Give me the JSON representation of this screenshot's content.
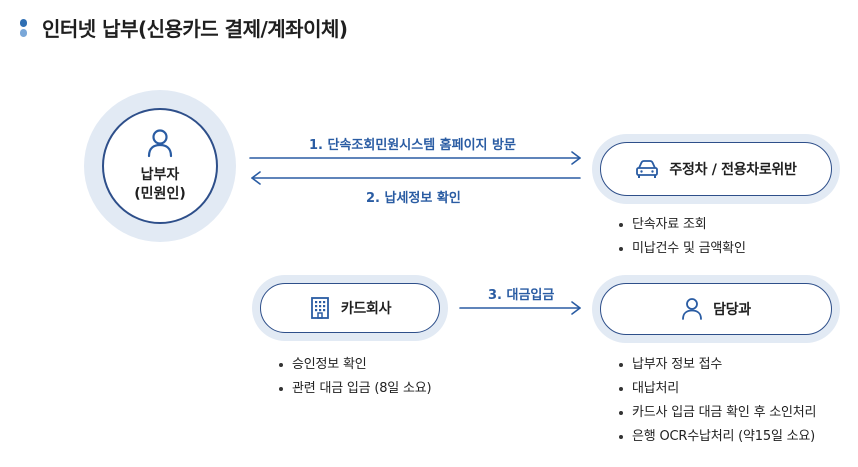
{
  "page": {
    "title": "인터넷 납부(신용카드 결제/계좌이체)"
  },
  "colors": {
    "accent": "#2a5ca3",
    "node_border": "#2e4f8a",
    "node_halo": "#e2eaf4",
    "arrow": "#2a5ca3"
  },
  "nodes": {
    "payer": {
      "line1": "납부자",
      "line2": "(민원인)",
      "icon": "person-icon"
    },
    "violation": {
      "label": "주정차 / 전용차로위반",
      "icon": "car-icon"
    },
    "card_company": {
      "label": "카드회사",
      "icon": "building-icon"
    },
    "department": {
      "label": "담당과",
      "icon": "person-icon"
    }
  },
  "arrows": {
    "visit": "1. 단속조회민원시스템 홈페이지 방문",
    "confirm": "2. 납세정보 확인",
    "payment": "3. 대금입금"
  },
  "lists": {
    "violation": [
      "단속자료 조회",
      "미납건수 및 금액확인"
    ],
    "card_company": [
      "승인정보 확인",
      "관련 대금 입금 (8일 소요)"
    ],
    "department": [
      "납부자 정보 접수",
      "대납처리",
      "카드사 입금 대금 확인 후 소인처리",
      "은행 OCR수납처리 (약15일 소요)"
    ]
  }
}
